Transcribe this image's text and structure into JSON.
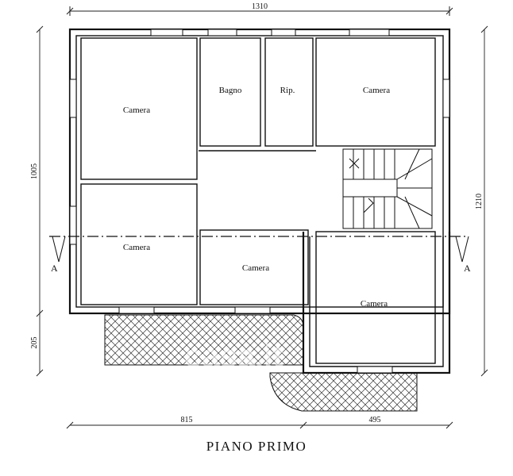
{
  "title": "PIANO  PRIMO",
  "rooms": {
    "camera_nw": "Camera",
    "bagno": "Bagno",
    "ripostiglio": "Rip.",
    "camera_ne": "Camera",
    "camera_w": "Camera",
    "camera_center": "Camera",
    "camera_se": "Camera"
  },
  "dimensions": {
    "top_width": "1310",
    "left_height": "1005",
    "left_terrace": "205",
    "right_height": "1210",
    "bottom_left": "815",
    "bottom_right": "495"
  },
  "section": {
    "left": "A",
    "right": "A"
  },
  "watermark": "casa.it",
  "colors": {
    "wall": "#111111",
    "hatch": "#333333",
    "background": "#ffffff"
  }
}
